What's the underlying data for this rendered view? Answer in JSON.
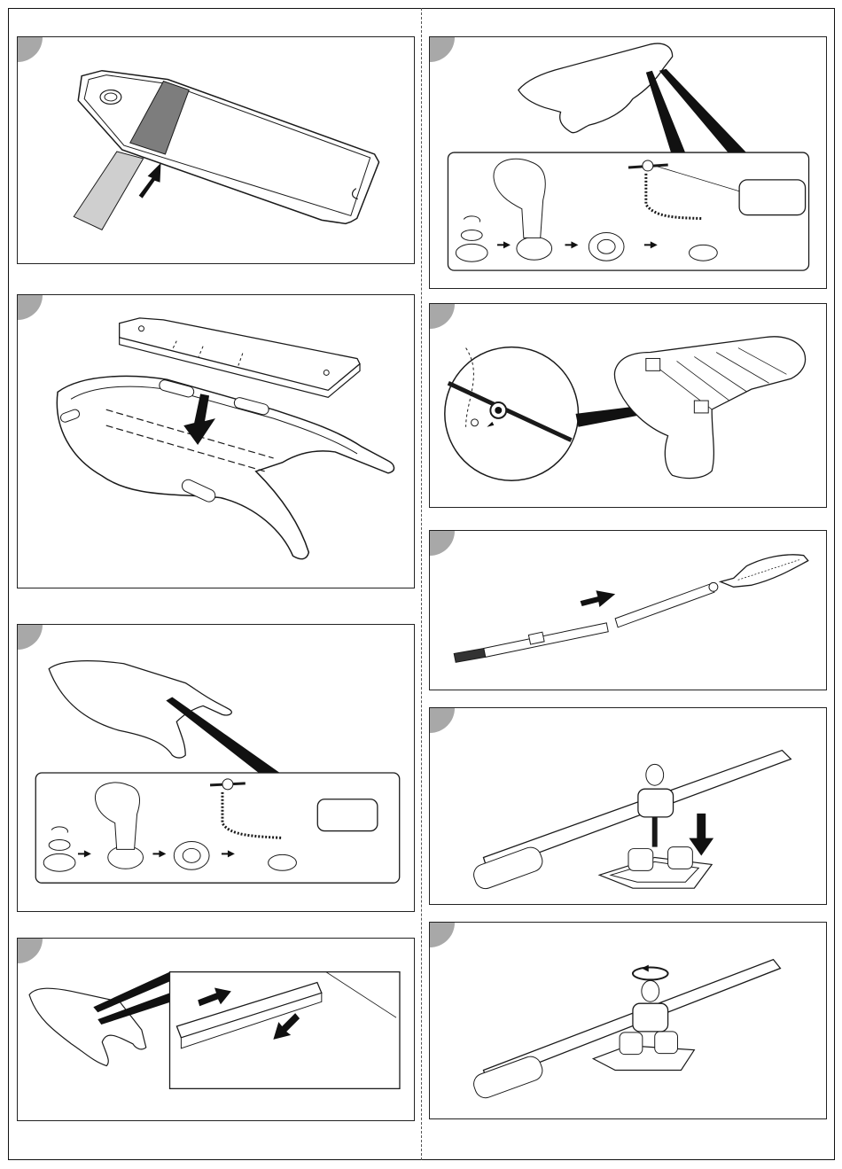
{
  "page": {
    "title": "",
    "steps": [
      {
        "id": "p1",
        "label": ""
      },
      {
        "id": "p2",
        "label": ""
      },
      {
        "id": "p3",
        "label": ""
      },
      {
        "id": "p4",
        "label": ""
      },
      {
        "id": "p5",
        "label": ""
      },
      {
        "id": "p6",
        "label": ""
      },
      {
        "id": "p7",
        "label": ""
      },
      {
        "id": "p8",
        "label": ""
      },
      {
        "id": "p9",
        "label": ""
      }
    ]
  },
  "colors": {
    "line": "#1a1a1a",
    "badge": "#a8a8a8",
    "strip_dark": "#7d7d7d",
    "strip_light": "#cfcfcf",
    "arrow": "#111111"
  }
}
